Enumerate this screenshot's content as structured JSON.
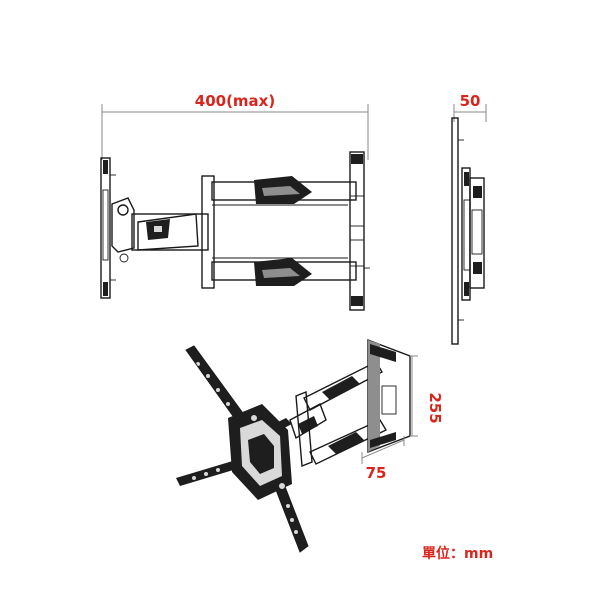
{
  "dimensions": {
    "top_width": "400(max)",
    "side_depth": "50",
    "iso_height": "255",
    "iso_depth": "75"
  },
  "unit_note": "單位：mm",
  "colors": {
    "label": "#d8261d",
    "line": "#1a1a1a",
    "dim_line": "#8a8a8a"
  }
}
